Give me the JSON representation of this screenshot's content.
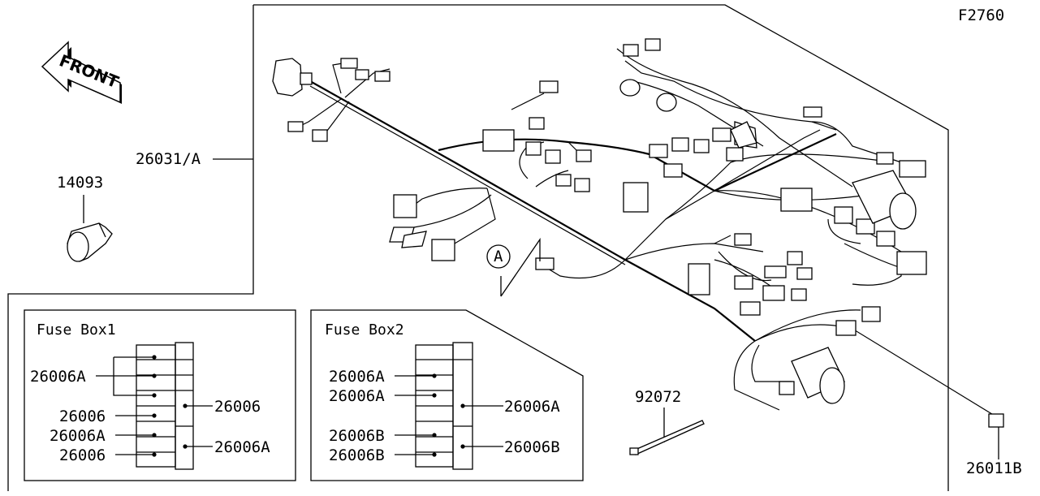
{
  "figure_code": "F2760",
  "front_label": "FRONT",
  "callout_letter": "A",
  "parts": {
    "harness": "26031/A",
    "cap": "14093",
    "band": "92072",
    "clip": "26011B"
  },
  "fuse_box_1": {
    "title": "Fuse Box1",
    "left_labels": [
      "26006A",
      "26006",
      "26006A",
      "26006"
    ],
    "right_labels": [
      "26006",
      "26006A"
    ]
  },
  "fuse_box_2": {
    "title": "Fuse Box2",
    "left_labels": [
      "26006A",
      "26006A",
      "26006B",
      "26006B"
    ],
    "right_labels": [
      "26006A",
      "26006B"
    ]
  }
}
